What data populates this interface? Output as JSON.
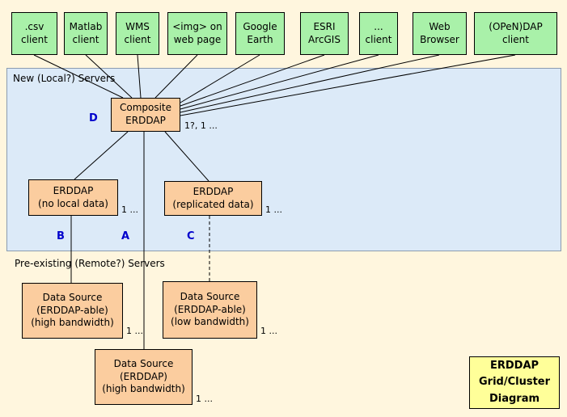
{
  "diagram_title": "ERDDAP Grid/Cluster Diagram",
  "clients": [
    {
      "label": ".csv\nclient"
    },
    {
      "label": "Matlab\nclient"
    },
    {
      "label": "WMS\nclient"
    },
    {
      "label": "<img> on\nweb page"
    },
    {
      "label": "Google\nEarth"
    },
    {
      "label": "ESRI\nArcGIS"
    },
    {
      "label": "...\nclient"
    },
    {
      "label": "Web\nBrowser"
    },
    {
      "label": "(OPeN)DAP\nclient"
    }
  ],
  "local_servers": {
    "title": "New (Local?) Servers",
    "composite": {
      "label": "Composite\nERDDAP",
      "marker": "D",
      "cardinality": "1?, 1 ..."
    },
    "no_local": {
      "label": "ERDDAP\n(no local data)",
      "marker": "B",
      "cardinality": "1 ..."
    },
    "replicated": {
      "label": "ERDDAP\n(replicated data)",
      "marker": "C",
      "cardinality": "1 ..."
    },
    "marker_a": "A"
  },
  "remote_servers": {
    "title": "Pre-existing (Remote?) Servers",
    "sources": [
      {
        "label": "Data Source\n(ERDDAP-able)\n(high bandwidth)",
        "cardinality": "1 ..."
      },
      {
        "label": "Data Source\n(ERDDAP-able)\n(low bandwidth)",
        "cardinality": "1 ..."
      },
      {
        "label": "Data Source\n(ERDDAP)\n(high bandwidth)",
        "cardinality": "1 ..."
      }
    ]
  },
  "legend": {
    "label": "ERDDAP\nGrid/Cluster\nDiagram"
  },
  "colors": {
    "page_background": "#FFF6DE",
    "client_box": "#A9F1A9",
    "server_box": "#FBCD9F",
    "local_region": "#DCEAF8",
    "legend_box": "#FFFF99",
    "marker_text": "#0000CC",
    "edge": "#000000"
  }
}
